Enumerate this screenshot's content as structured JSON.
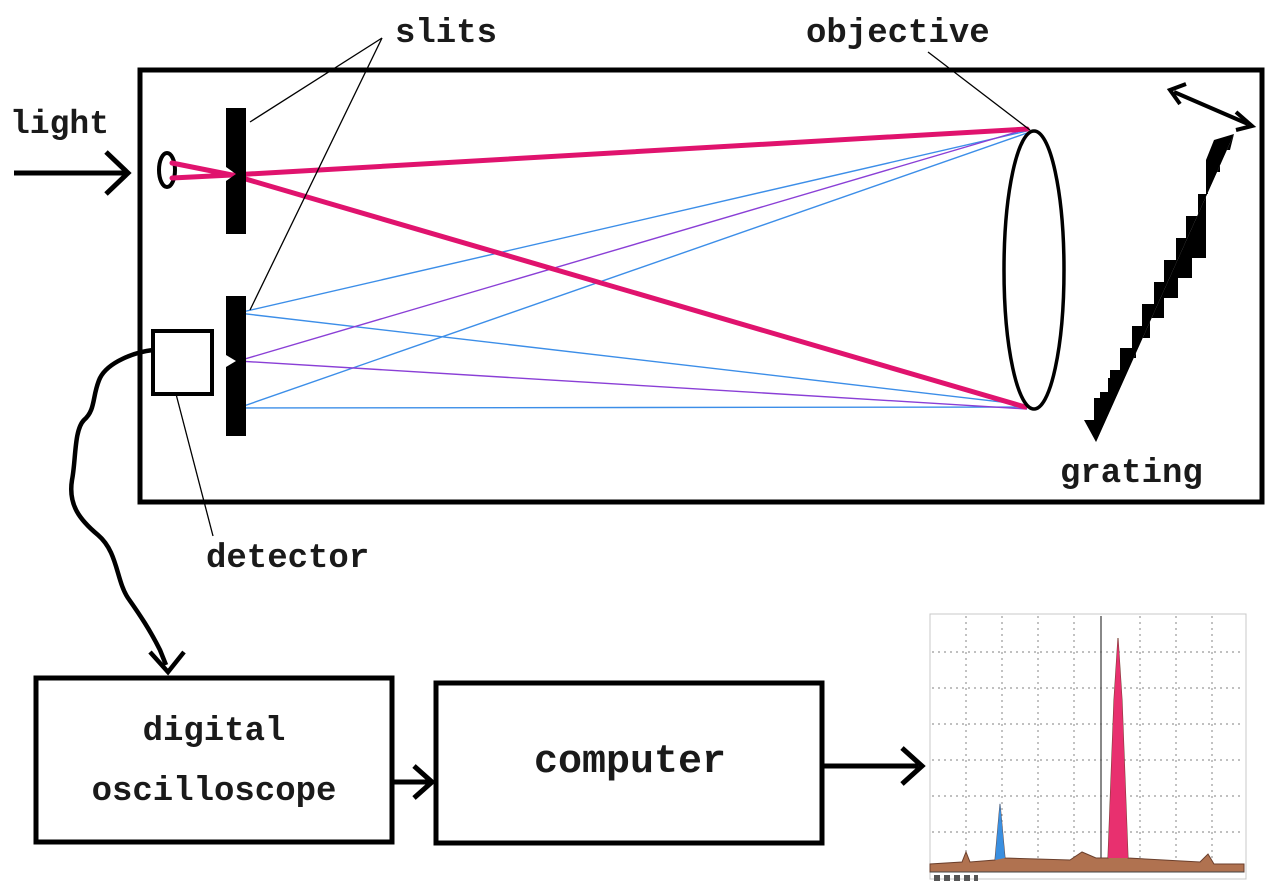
{
  "labels": {
    "light": "light",
    "slits": "slits",
    "objective": "objective",
    "grating": "grating",
    "detector": "detector",
    "oscilloscope_line1": "digital",
    "oscilloscope_line2": "oscilloscope",
    "computer": "computer"
  },
  "colors": {
    "main_beam": "#e0136e",
    "blue_ray": "#3c8ee8",
    "violet_ray": "#8a3fd6",
    "outline": "#000000",
    "spectrum_fill": "#b07250",
    "peak_pink": "#e8306f",
    "peak_blue": "#3a8fe0",
    "grid": "#9a9a9a"
  },
  "icons": {
    "rotation_arrow": "double-headed-arrow-icon",
    "spectrum_trace": "spectrum-plot-icon"
  }
}
